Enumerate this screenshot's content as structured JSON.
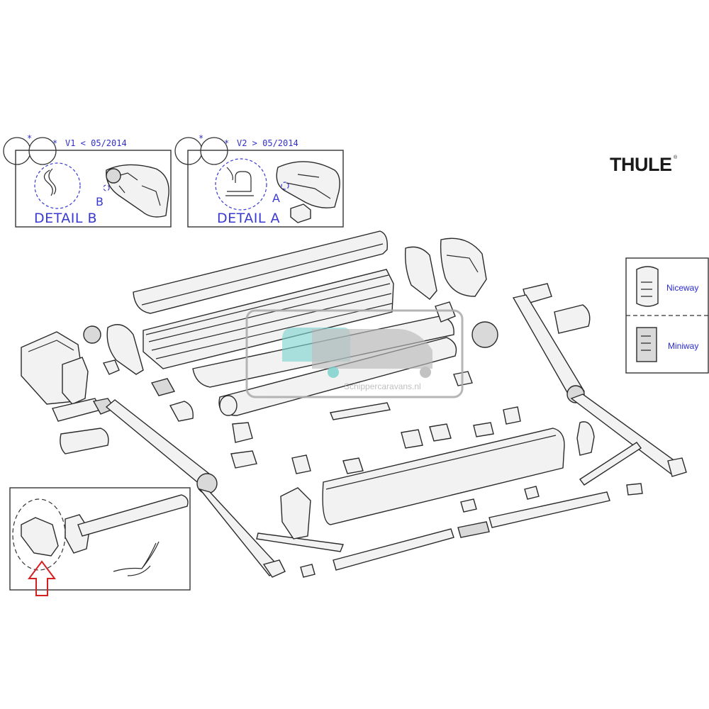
{
  "legend_v1": {
    "circle_mark_1": "*",
    "circle_mark_2": "*",
    "text": "V1 < 05/2014",
    "detail": "DETAIL B",
    "callout": "B"
  },
  "legend_v2": {
    "circle_mark_1": "*",
    "circle_mark_2": "*",
    "text": "V2 > 05/2014",
    "detail": "DETAIL A",
    "callout": "A"
  },
  "brand": {
    "logo": "THULE",
    "mark": "®"
  },
  "remotes": [
    {
      "label": "Niceway"
    },
    {
      "label": "Miniway"
    }
  ],
  "watermark": {
    "text": "Schippercaravans.nl",
    "color_teal": "#7fd3cf",
    "color_grey": "#a9a9a9"
  },
  "arrow": {
    "color": "#d62020"
  }
}
